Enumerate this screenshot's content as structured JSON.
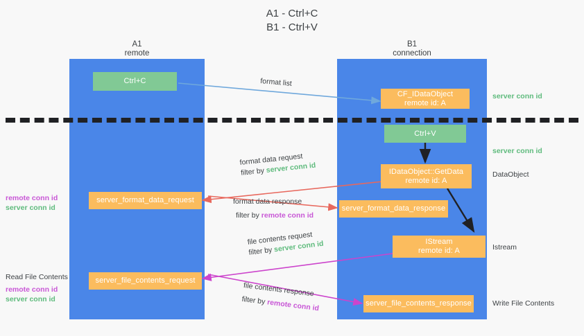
{
  "title": {
    "line1": "A1 - Ctrl+C",
    "line2": "B1 - Ctrl+V"
  },
  "columns": [
    {
      "name": "A1",
      "role": "remote"
    },
    {
      "name": "B1",
      "role": "connection"
    }
  ],
  "nodes": {
    "ctrl_c": "Ctrl+C",
    "ctrl_v": "Ctrl+V",
    "cf_idataobject": {
      "line1": "CF_IDataObject",
      "line2": "remote id: A"
    },
    "getdata": {
      "line1": "IDataObject::GetData",
      "line2": "remote id: A"
    },
    "istream": {
      "line1": "IStream",
      "line2": "remote id: A"
    },
    "server_format_data_request": "server_format_data_request",
    "server_format_data_response": "server_format_data_response",
    "server_file_contents_request": "server_file_contents_request",
    "server_file_contents_response": "server_file_contents_response"
  },
  "edges": {
    "format_list": "format list",
    "format_data_request": {
      "line1": "format data request",
      "filter_prefix": "filter by ",
      "filter_token": "server conn id"
    },
    "format_data_response": {
      "line1": "format data response",
      "filter_prefix": "filter by ",
      "filter_token": "remote conn id"
    },
    "file_contents_request": {
      "line1": "file contents request",
      "filter_prefix": "filter by ",
      "filter_token": "server conn id"
    },
    "file_contents_response": {
      "line1": "file contents response",
      "filter_prefix": "filter by ",
      "filter_token": "remote conn id"
    }
  },
  "annotations": {
    "right_server_conn_id_top": "server conn id",
    "right_server_conn_id_mid": "server conn id",
    "right_dataobject": "DataObject",
    "right_istream": "Istream",
    "right_write_file_contents": "Write File Contents",
    "left_remote_conn_id_1": "remote conn id",
    "left_server_conn_id_1": "server conn id",
    "left_read_file_contents": "Read File Contents",
    "left_remote_conn_id_2": "remote conn id",
    "left_server_conn_id_2": "server conn id"
  },
  "colors": {
    "lane": "#4a86e8",
    "node_green": "#81c995",
    "node_orange": "#fbbc5e",
    "token_server": "#5fbb7d",
    "token_remote": "#c857d6",
    "arrow_blue": "#6fa8dc",
    "arrow_red": "#e8685d",
    "arrow_magenta": "#cc44cc",
    "arrow_dark": "#202124",
    "background": "#f8f8f8"
  }
}
